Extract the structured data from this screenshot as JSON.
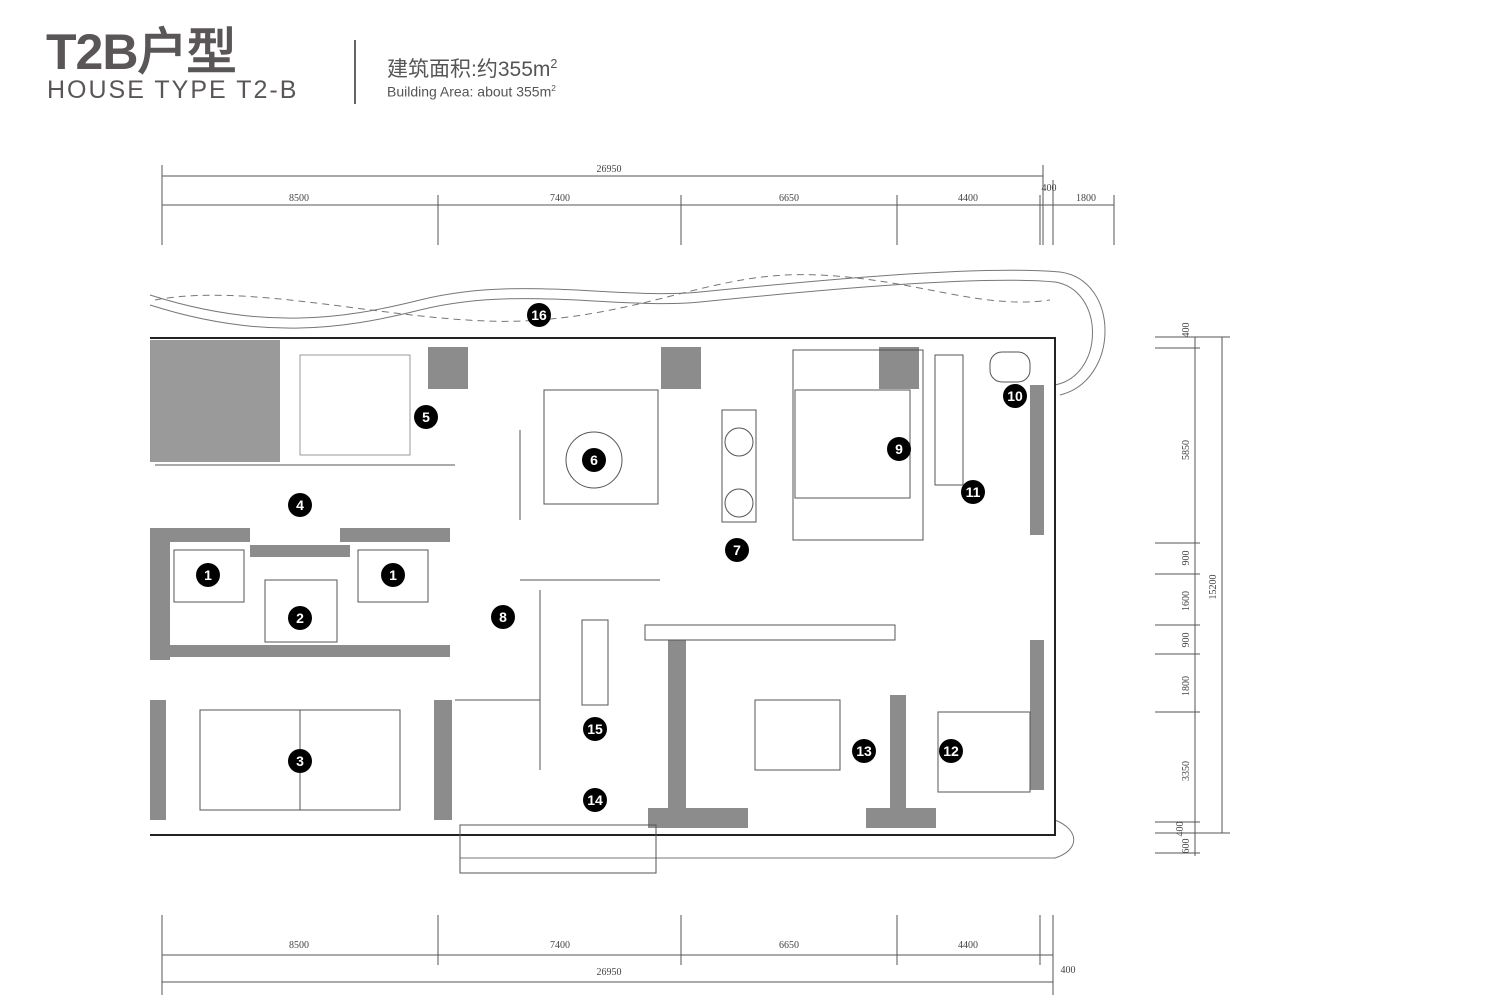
{
  "header": {
    "title": "T2B户型",
    "subtitle": "HOUSE TYPE T2-B",
    "area_cn": "建筑面积:约355m",
    "area_en": "Building Area: about 355m",
    "area_sup": "2"
  },
  "dimensions": {
    "top_total": "26950",
    "top_segments": [
      "8500",
      "7400",
      "6650",
      "4400",
      "400",
      "1800"
    ],
    "bottom_segments": [
      "8500",
      "7400",
      "6650",
      "4400"
    ],
    "bottom_total": "26950",
    "bottom_extra": "400",
    "right_segments": [
      "400",
      "5850",
      "900",
      "1600",
      "900",
      "1800",
      "3350",
      "400",
      "600"
    ],
    "right_total": "15200"
  },
  "room_markers": [
    "1",
    "1",
    "2",
    "3",
    "4",
    "5",
    "6",
    "7",
    "8",
    "9",
    "10",
    "11",
    "12",
    "13",
    "14",
    "15",
    "16"
  ],
  "colors": {
    "wall": "#8c8c8c",
    "line": "#555555",
    "marker": "#000000"
  }
}
